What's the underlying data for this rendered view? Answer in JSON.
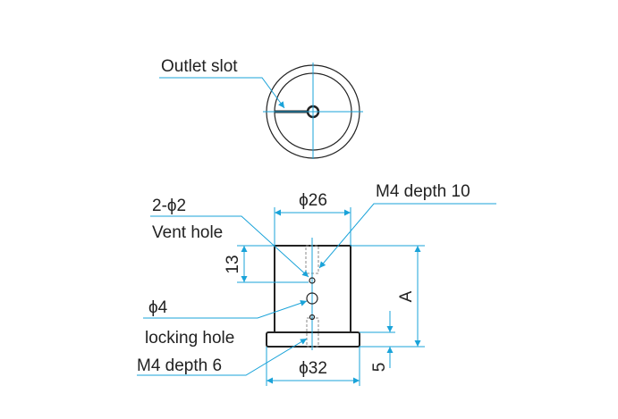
{
  "title": "Cylindrical part drawing",
  "labels": {
    "outlet_slot": "Outlet slot",
    "vent_hole_spec": "2-ϕ2",
    "vent_hole": "Vent hole",
    "locking_hole_spec": "ϕ4",
    "locking_hole": "locking hole",
    "m4_depth_10": "M4 depth 10",
    "m4_depth_6": "M4 depth 6"
  },
  "dimensions": {
    "top_diameter": "ϕ26",
    "flange_diameter": "ϕ32",
    "vent_height": "13",
    "overall_height": "A",
    "flange_thickness": "5"
  },
  "colors": {
    "dimension": "#1aa3d9",
    "outline": "#222222"
  }
}
